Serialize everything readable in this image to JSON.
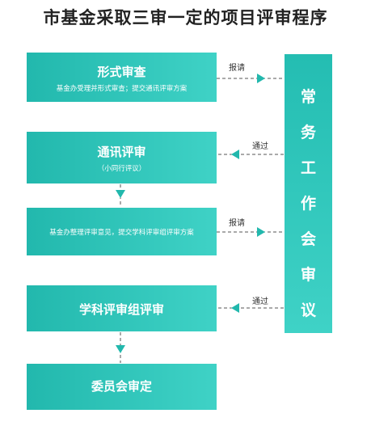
{
  "title": "市基金采取三审一定的项目评审程序",
  "steps": [
    {
      "main": "形式审查",
      "sub": "基金办受理并形式审查；提交通讯评审方案"
    },
    {
      "main": "通讯评审",
      "sub": "（小同行评议）"
    },
    {
      "main": "",
      "sub": "基金办整理评审意见，提交学科评审组评审方案"
    },
    {
      "main": "学科评审组评审",
      "sub": ""
    },
    {
      "main": "委员会审定",
      "sub": ""
    }
  ],
  "committee": [
    "常",
    "务",
    "工",
    "作",
    "会",
    "审",
    "议"
  ],
  "arrow_labels": {
    "report1": "报请",
    "pass1": "通过",
    "report2": "报请",
    "pass2": "通过"
  },
  "colors": {
    "accent": "#22b8ad",
    "accent_light": "#3fd2c6",
    "title": "#222222"
  }
}
